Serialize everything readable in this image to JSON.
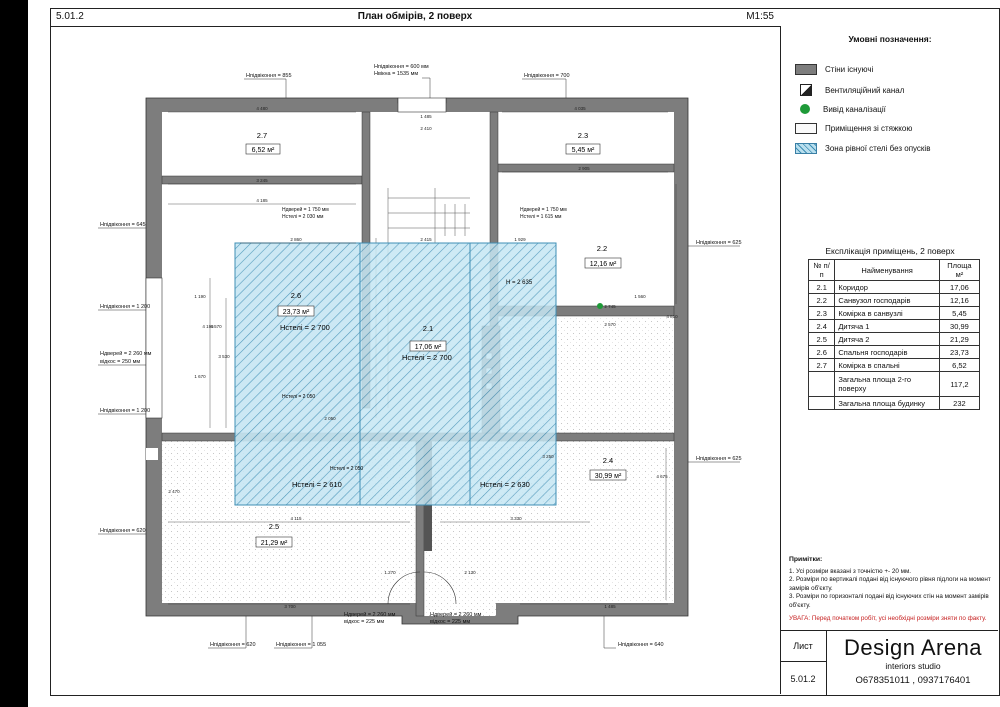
{
  "sheet": {
    "code": "5.01.2",
    "title": "План обмірів, 2 поверх",
    "scale": "М1:55"
  },
  "colors": {
    "wall": "#7d7d7d",
    "zone_fill": "#b9dfee",
    "zone_stroke": "#3f8fb5",
    "drain": "#1e9a38"
  },
  "legend": {
    "title": "Умовні позначення:",
    "items": [
      {
        "label": "Стіни існуючі",
        "icon": "wall-swatch"
      },
      {
        "label": "Вентиляційний канал",
        "icon": "vent-channel-icon"
      },
      {
        "label": "Вивід каналізації",
        "icon": "drain-dot-icon"
      },
      {
        "label": "Приміщення зі стяжкою",
        "icon": "screed-swatch"
      },
      {
        "label": "Зона рівної стелі без опусків",
        "icon": "flat-ceiling-swatch"
      }
    ]
  },
  "explication": {
    "title": "Експлікація приміщень, 2 поверх",
    "headers": [
      "№ п/п",
      "Найменування",
      "Площа м²"
    ],
    "rows": [
      {
        "num": "2.1",
        "name": "Коридор",
        "area": "17,06"
      },
      {
        "num": "2.2",
        "name": "Санвузол господарів",
        "area": "12,16"
      },
      {
        "num": "2.3",
        "name": "Комірка в санвузлі",
        "area": "5,45"
      },
      {
        "num": "2.4",
        "name": "Дитяча 1",
        "area": "30,99"
      },
      {
        "num": "2.5",
        "name": "Дитяча 2",
        "area": "21,29"
      },
      {
        "num": "2.6",
        "name": "Спальня господарів",
        "area": "23,73"
      },
      {
        "num": "2.7",
        "name": "Комірка в спальні",
        "area": "6,52"
      }
    ],
    "totals": [
      {
        "name": "Загальна площа 2-го поверху",
        "area": "117,2"
      },
      {
        "name": "Загальна площа будинку",
        "area": "232"
      }
    ]
  },
  "notes": {
    "title": "Примітки:",
    "lines": [
      "1. Усі розміри вказані з точністю +- 20 мм.",
      "2. Розміри по вертикалі подані від існуючого рівня підлоги на момент замірів об'єкту.",
      "3. Розміри по горизонталі подані від існуючих стін на момент замірів об'єкту."
    ],
    "warning": "УВАГА: Перед початком робіт, усі необхідні розміри зняти по факту."
  },
  "stamp": {
    "sheet_label": "Лист",
    "sheet_number": "5.01.2",
    "brand": "Design Arena",
    "studio": "interiors studio",
    "phones": "О678351011 , 0937176401"
  },
  "plan": {
    "rooms": [
      {
        "num": "2.7",
        "area": "6,52 м²"
      },
      {
        "num": "2.3",
        "area": "5,45 м²"
      },
      {
        "num": "2.2",
        "area": "12,16 м²"
      },
      {
        "num": "2.6",
        "area": "23,73 м²",
        "h": "Hстелі = 2 700"
      },
      {
        "num": "2.1",
        "area": "17,06 м²",
        "h": "Hстелі = 2 700"
      },
      {
        "num": "2.4",
        "area": "30,99 м²"
      },
      {
        "num": "2.5",
        "area": "21,29 м²"
      }
    ],
    "heights": {
      "h_610": "Hстелі = 2 610",
      "h_630": "Hстелі = 2 630",
      "h_2635": "H = 2 635",
      "h_2050": "Hстелі = 2 050"
    },
    "window_notes": {
      "top_center": [
        "Hпідвіконня = 600 мм",
        "Hвікна = 1535 мм"
      ],
      "left_top": "Hпідвіконня = 855",
      "right_top": "Hпідвіконня = 700",
      "left_mid": "Hпідвіконня = 645",
      "right_mid": "Hпідвіконня = 625",
      "left_1200a": "Hпідвіконня = 1 200",
      "left_door": [
        "Hдверей = 2 260 мм",
        "відкос = 250 мм"
      ],
      "left_1200b": "Hпідвіконня = 1 200",
      "left_low": "Hпідвіконня = 620",
      "right_low": "Hпідвіконня = 625",
      "bottom_l1": "Hпідвіконня = 620",
      "bottom_l2": "Hпідвіконня = 1 055",
      "bottom_r": "Hпідвіконня = 640",
      "bottom_door_l": [
        "Hдверей = 2 260 мм",
        "відкос = 225 мм"
      ],
      "bottom_door_r": [
        "Hдверей = 2 260 мм",
        "відкос = 225 мм"
      ],
      "door_left_room": [
        "Hдверей = 1 750 мм",
        "Hстелі = 2 030 мм"
      ],
      "door_right_room": [
        "Hдверей = 1 750 мм",
        "Hстелі = 1 615 мм"
      ]
    },
    "dims": {
      "d4480": "4 480",
      "d4035": "4 035",
      "d1485": "1 485",
      "d2410": "2 410",
      "d3245": "3 245",
      "d2905": "2 905",
      "d4185": "4 185",
      "d2860": "2 860",
      "d2415": "2 415",
      "d1929": "1 929",
      "d2570": "2 570",
      "d1560": "1 560",
      "d2745": "2 745",
      "d4115": "4 115",
      "d3330": "3 330",
      "d3700": "3 700",
      "d1270": "1 270",
      "d2130": "2 130",
      "d1485b": "1 485",
      "d4570": "4 570",
      "d4195": "4 195",
      "d3530": "3 530",
      "d1190": "1 190",
      "d2470": "2 470",
      "d1670": "1 670",
      "d3250": "3 250",
      "d4675": "4 675",
      "d4810": "4 810",
      "d2050": "2 050"
    }
  }
}
